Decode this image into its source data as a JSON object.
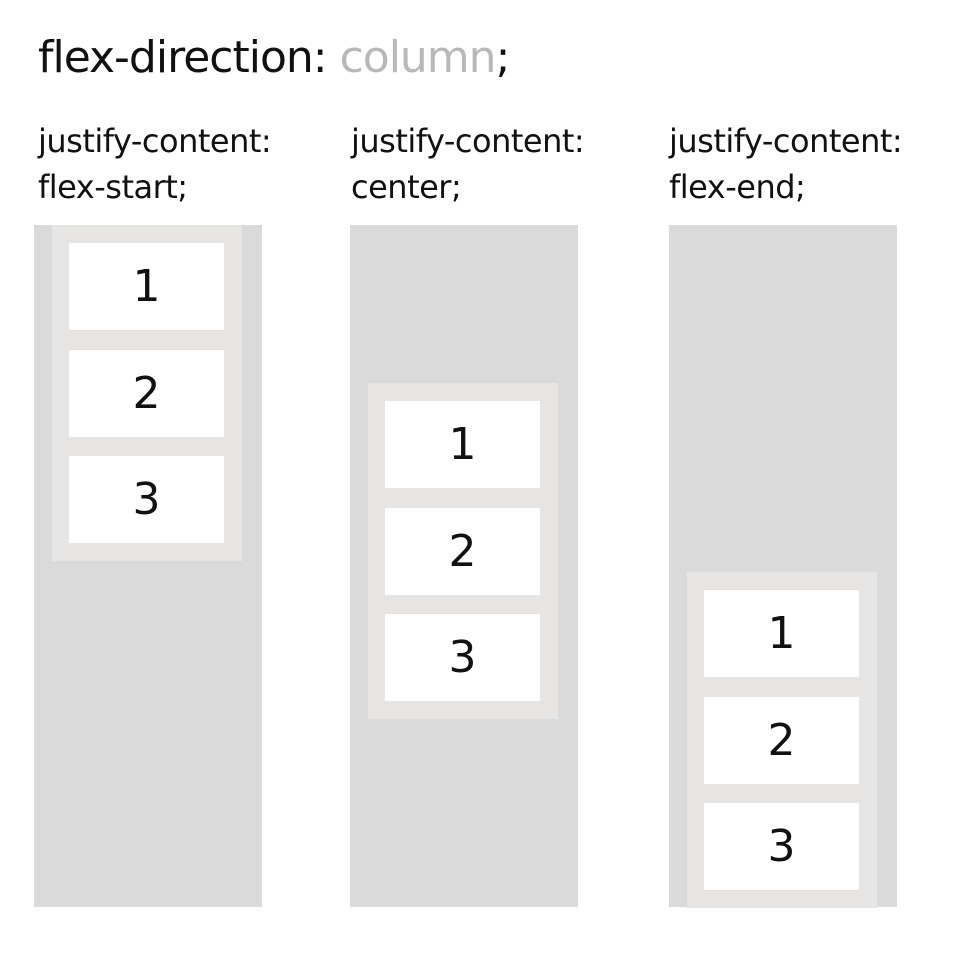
{
  "title": {
    "property": "flex-direction:",
    "value": "column",
    "terminator": ";"
  },
  "columns": [
    {
      "label_line1": "justify-content:",
      "label_line2": "flex-start;",
      "items": [
        "1",
        "2",
        "3"
      ]
    },
    {
      "label_line1": "justify-content:",
      "label_line2": "center;",
      "items": [
        "1",
        "2",
        "3"
      ]
    },
    {
      "label_line1": "justify-content:",
      "label_line2": "flex-end;",
      "items": [
        "1",
        "2",
        "3"
      ]
    }
  ],
  "colors": {
    "column_background": "#dadada",
    "container_background": "#e6e5e3",
    "item_background": "#ffffff",
    "value_text": "#b8b8b8"
  }
}
